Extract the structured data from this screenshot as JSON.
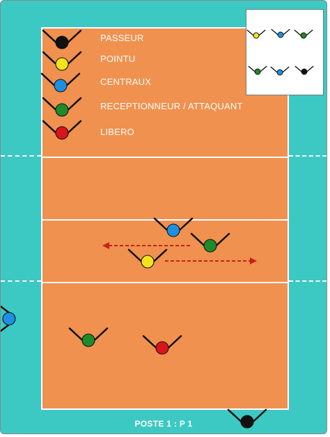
{
  "legend": [
    {
      "label": "PASSEUR",
      "color": "#111111"
    },
    {
      "label": "POINTU",
      "color": "#f4e21b"
    },
    {
      "label": "CENTRAUX",
      "color": "#1e8fe1"
    },
    {
      "label": "RECEPTIONNEUR / ATTAQUANT",
      "color": "#1e8a28"
    },
    {
      "label": "LIBERO",
      "color": "#d9151a"
    }
  ],
  "caption": "POSTE 1 : P 1",
  "colors": {
    "floor": "#3cc9c3",
    "court": "#f0914f",
    "lines": "#ffffff",
    "arrow": "#c8201c",
    "setter": "#111111",
    "opposite": "#f4e21b",
    "middle": "#1e8fe1",
    "receiver": "#1e8a28",
    "libero": "#d9151a"
  }
}
